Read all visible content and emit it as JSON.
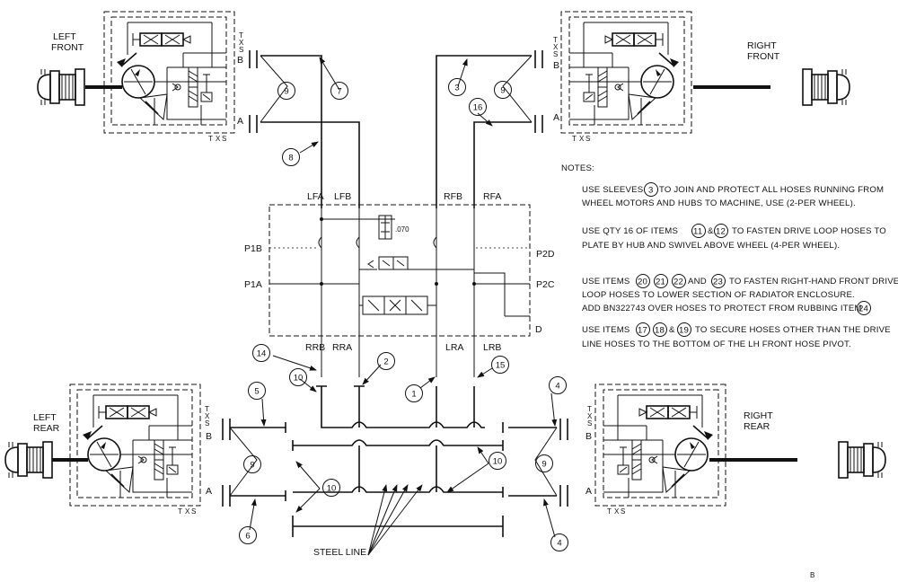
{
  "wheels": {
    "left_front": [
      "LEFT",
      "FRONT"
    ],
    "right_front": [
      "RIGHT",
      "FRONT"
    ],
    "left_rear": [
      "LEFT",
      "REAR"
    ],
    "right_rear": [
      "RIGHT",
      "REAR"
    ]
  },
  "ports": {
    "a": "A",
    "b": "B",
    "t": "T",
    "s": "S",
    "x": "X"
  },
  "manifold": {
    "top": [
      "LFA",
      "LFB",
      "RFB",
      "RFA"
    ],
    "bottom": [
      "RRB",
      "RRA",
      "LRA",
      "LRB"
    ],
    "left": [
      "P1B",
      "P1A"
    ],
    "right": [
      "P2D",
      "P2C",
      "D"
    ],
    "valve_value": ".070"
  },
  "callouts": [
    "9",
    "7",
    "3",
    "9",
    "16",
    "8",
    "14",
    "10",
    "2",
    "1",
    "15",
    "5",
    "4",
    "9",
    "10",
    "10",
    "9",
    "6",
    "4"
  ],
  "steel_line": "STEEL LINE",
  "notes": {
    "title": "NOTES:",
    "items": [
      [
        "USE SLEEVES",
        "3",
        "TO JOIN AND PROTECT ALL HOSES RUNNING FROM",
        "WHEEL MOTORS AND HUBS TO MACHINE, USE (2-PER WHEEL)."
      ],
      [
        "USE QTY 16 OF ITEMS",
        "11",
        "&",
        "12",
        "TO FASTEN DRIVE LOOP HOSES TO",
        "PLATE BY HUB AND SWIVEL ABOVE WHEEL (4-PER WHEEL)."
      ],
      [
        "USE ITEMS",
        "20",
        "21",
        "22",
        "AND",
        "23",
        "TO FASTEN RIGHT-HAND FRONT DRIVE",
        "LOOP HOSES TO LOWER SECTION OF RADIATOR ENCLOSURE.",
        "ADD BN322743 OVER HOSES TO PROTECT FROM RUBBING ITEM",
        "24"
      ],
      [
        "USE ITEMS",
        "17",
        "18",
        "&",
        "19",
        "TO SECURE HOSES OTHER THAN THE DRIVE",
        "LINE HOSES TO THE BOTTOM OF THE LH FRONT HOSE PIVOT."
      ]
    ]
  },
  "corner_mark": "B"
}
